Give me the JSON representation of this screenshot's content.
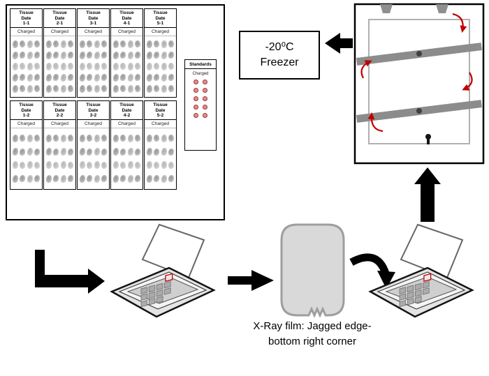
{
  "tray": {
    "charged_label": "Charged",
    "rows": [
      {
        "smudge_rows": 5,
        "smudge_cols": 4,
        "strips": [
          {
            "lines": [
              "Tissue",
              "Date",
              "1-1"
            ]
          },
          {
            "lines": [
              "Tissue",
              "Date",
              "2-1"
            ]
          },
          {
            "lines": [
              "Tissue",
              "Date",
              "3-1"
            ]
          },
          {
            "lines": [
              "Tissue",
              "Date",
              "4-1"
            ]
          },
          {
            "lines": [
              "Tissue",
              "Date",
              "5-1"
            ]
          }
        ]
      },
      {
        "smudge_rows": 4,
        "smudge_cols": 4,
        "strips": [
          {
            "lines": [
              "Tissue",
              "Date",
              "1-2"
            ]
          },
          {
            "lines": [
              "Tissue",
              "Date",
              "2-2"
            ]
          },
          {
            "lines": [
              "Tissue",
              "Date",
              "3-2"
            ]
          },
          {
            "lines": [
              "Tissue",
              "Date",
              "4-2"
            ]
          },
          {
            "lines": [
              "Tissue",
              "Date",
              "5-2"
            ]
          }
        ]
      }
    ],
    "standards": {
      "title": "Standards",
      "charged_label": "Charged",
      "dot_rows": 5,
      "dot_cols": 2,
      "dot_color": "#dd8f8f",
      "dot_border": "#a33333"
    }
  },
  "freezer": {
    "line1": "-20⁰C",
    "line2": "Freezer"
  },
  "film": {
    "caption": "X-Ray film: Jagged edge-bottom right corner"
  },
  "colors": {
    "arrow": "#000000",
    "red_arrow": "#c00000",
    "apparatus_bar": "#8c8c8c",
    "apparatus_tab": "#8f8f8f",
    "film_fill": "#d9d9d9",
    "film_stroke": "#9e9e9e",
    "smudge": "#858585"
  }
}
